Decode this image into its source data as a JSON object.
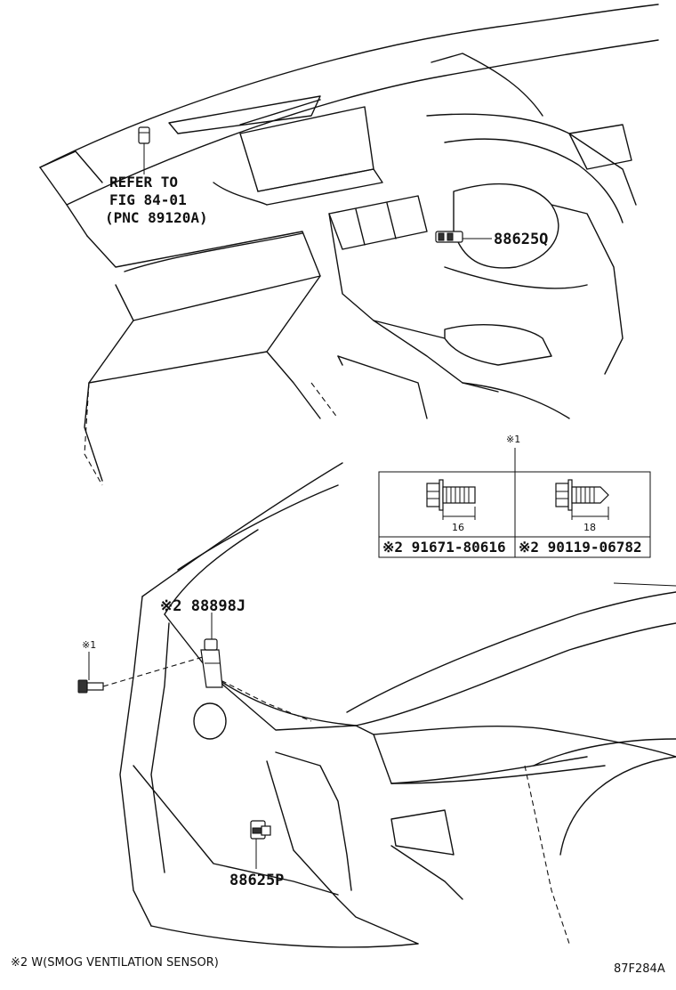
{
  "diagram": {
    "callouts": {
      "refer_line1": "REFER TO",
      "refer_line2": "FIG 84-01",
      "refer_line3": "(PNC 89120A)",
      "part_88625q": "88625Q",
      "part_88898j": "※2 88898J",
      "part_88625p": "88625P",
      "mark_1_top": "※1",
      "mark_1_left": "※1"
    },
    "bolt_table": {
      "left": {
        "dimension": "16",
        "part_number": "※2 91671-80616"
      },
      "right": {
        "dimension": "18",
        "part_number": "※2 90119-06782"
      }
    },
    "footnote": "※2 W(SMOG VENTILATION SENSOR)",
    "figure_id": "87F284A"
  }
}
